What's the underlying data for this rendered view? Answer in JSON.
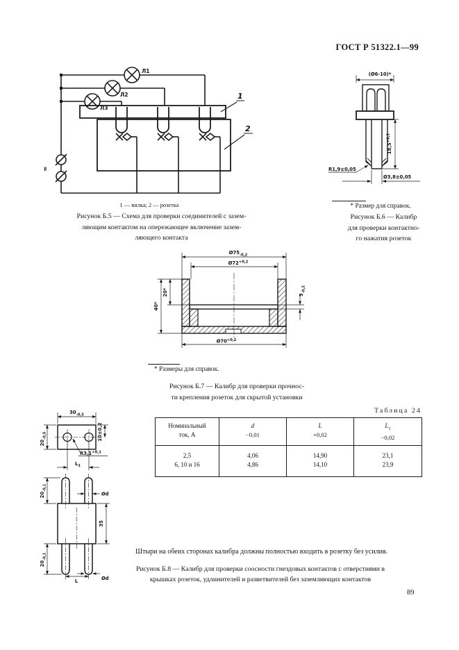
{
  "doc": {
    "header": "ГОСТ Р 51322.1—99",
    "page_number": "89"
  },
  "fig_b5": {
    "lamp1": "Л1",
    "lamp2": "Л2",
    "lamp3": "Л3",
    "callout_plug": "1",
    "callout_socket": "2",
    "supply_symbol": "≈",
    "legend": "1 — вилка; 2 — розетка",
    "caption": [
      "Рисунок Б.5 — Схема для проверки соединителей с зазем-",
      "ляющим контактом на опережающее включение зазем-",
      "ляющего контакта"
    ]
  },
  "fig_b6": {
    "dim_top": "(Ø6-10)*",
    "dim_h_value": "18,5",
    "dim_h_tol": "+0,1",
    "dim_r": "R1,9±0,05",
    "dim_d": "Ø3,8±0,05",
    "footnote": "* Размер для справок.",
    "caption": [
      "Рисунок Б.6 — Калибр",
      "для проверки контактно-",
      "го нажатия розеток"
    ]
  },
  "fig_b7": {
    "dim_d75_value": "Ø75",
    "dim_d75_tol": "-0,2",
    "dim_d72_value": "Ø72",
    "dim_d72_tol": "+0,2",
    "dim_h40": "40*",
    "dim_h20": "20*",
    "dim_t5_value": "5",
    "dim_t5_tol": "-0,2",
    "dim_d70_value": "Ø70",
    "dim_d70_tol": "+0,2",
    "footnote": "* Размеры для справок.",
    "caption": [
      "Рисунок Б.7 — Калибр для проверки прочнос-",
      "ти крепления розеток для скрытой установки"
    ]
  },
  "table24": {
    "title": "Таблица 24",
    "headers": {
      "col1": [
        "Номинальный",
        "ток, А"
      ],
      "col2_sym": "d",
      "col2_tol": "−0,01",
      "col3_sym": "L",
      "col3_tol": "+0,02",
      "col4_sym": "L",
      "col4_sub": "1",
      "col4_tol": "−0,02"
    },
    "rows": [
      [
        "2,5",
        "4,06",
        "14,90",
        "23,1"
      ],
      [
        "6, 10 и 16",
        "4,86",
        "14,10",
        "23,9"
      ]
    ]
  },
  "fig_b8": {
    "dim_w30_value": "30",
    "dim_w30_tol": "-0,5",
    "dim_h20_value": "20",
    "dim_h20_tol": "-0,5",
    "dim_v10": "10±0,2",
    "dim_r_value": "R3,1",
    "dim_r_tol": "+0,1",
    "dim_l1_sym": "L",
    "dim_l1_sub": "1",
    "dim_pin_top_value": "20",
    "dim_pin_top_tol": "-0,1",
    "dim_pin_bot_value": "20",
    "dim_pin_bot_tol": "-0,1",
    "dim_dia_top": "Ød",
    "dim_dia_bot": "Ød",
    "dim_body35": "35",
    "dim_l_sym": "L",
    "note": "Штыри на обеих сторонах калибра должны полностью входить в розетку без усилия.",
    "caption": [
      "Рисунок Б.8 — Калибр для проверки соосности гнездовых контактов с отверстиями в",
      "крышках розеток, удлинителей и разветвителей без заземляющих контактов"
    ]
  }
}
